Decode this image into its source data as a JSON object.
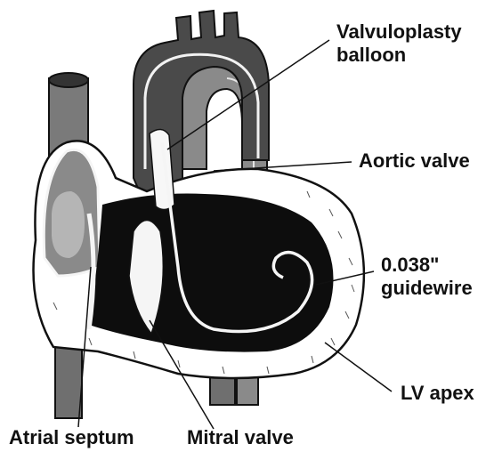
{
  "labels": {
    "balloon_line1": "Valvuloplasty",
    "balloon_line2": "balloon",
    "aortic_valve": "Aortic valve",
    "guidewire_line1": "0.038\"",
    "guidewire_line2": "guidewire",
    "lv_apex": "LV apex",
    "atrial_septum": "Atrial septum",
    "mitral_valve": "Mitral valve"
  }
}
